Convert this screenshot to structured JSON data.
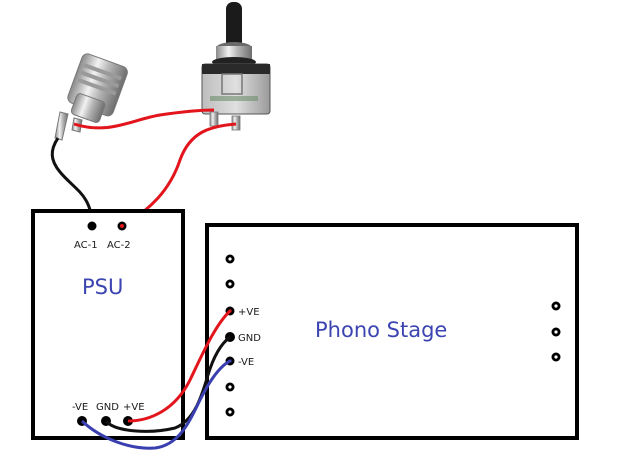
{
  "diagram": {
    "title": "PSU to Phono Stage wiring with DC jack and toggle switch",
    "colors": {
      "positive": "#e2141c",
      "ground": "#111111",
      "negative": "#3a3fb0",
      "title_text": "#3b44b0",
      "outline": "#000000"
    },
    "components": {
      "dc_jack": {
        "name": "DC jack (panel mount)"
      },
      "toggle_switch": {
        "name": "Toggle switch"
      },
      "psu": {
        "label": "PSU",
        "ac_pins": [
          "AC-1",
          "AC-2"
        ],
        "dc_pins": [
          "-VE",
          "GND",
          "+VE"
        ]
      },
      "phono_stage": {
        "label": "Phono Stage",
        "left_pins": [
          "",
          "",
          "+VE",
          "GND",
          "-VE",
          "",
          ""
        ],
        "right_pins": [
          "",
          "",
          ""
        ]
      }
    },
    "connections": [
      {
        "from": "DC jack",
        "to": "AC-1",
        "color": "black"
      },
      {
        "from": "DC jack",
        "to": "Toggle switch",
        "color": "red"
      },
      {
        "from": "Toggle switch",
        "to": "AC-2",
        "color": "red"
      },
      {
        "from": "PSU +VE",
        "to": "Phono Stage +VE",
        "color": "red"
      },
      {
        "from": "PSU GND",
        "to": "Phono Stage GND",
        "color": "black"
      },
      {
        "from": "PSU -VE",
        "to": "Phono Stage -VE",
        "color": "blue"
      }
    ]
  }
}
